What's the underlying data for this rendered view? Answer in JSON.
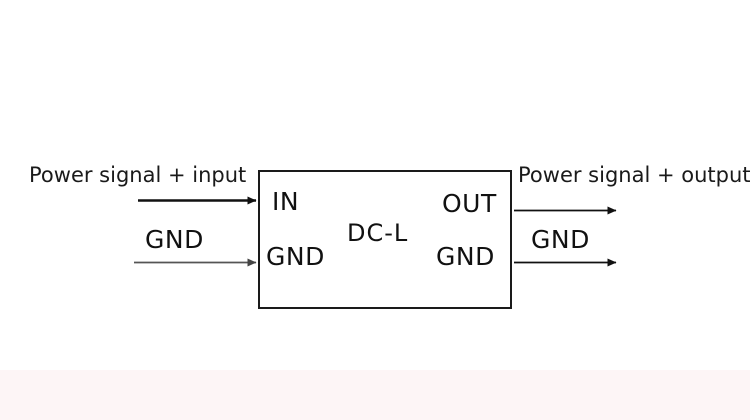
{
  "diagram": {
    "title_text_present": false,
    "component": {
      "part_number": "DC-L",
      "pins_left": [
        {
          "name": "IN",
          "label": "IN"
        },
        {
          "name": "GND",
          "label": "GND"
        }
      ],
      "pins_right": [
        {
          "name": "OUT",
          "label": "OUT"
        },
        {
          "name": "GND",
          "label": "GND"
        }
      ]
    },
    "input_side": {
      "signal_label": "Power signal + input",
      "ground_label": "GND"
    },
    "output_side": {
      "signal_label": "Power signal + output",
      "ground_label": "GND"
    },
    "colors": {
      "box_border": "#1a1a1a",
      "text": "#111111",
      "signal_wire": "#111111",
      "ground_wire": "#555555",
      "background": "#ffffff",
      "bottom_strip": "#fdf5f6"
    }
  }
}
